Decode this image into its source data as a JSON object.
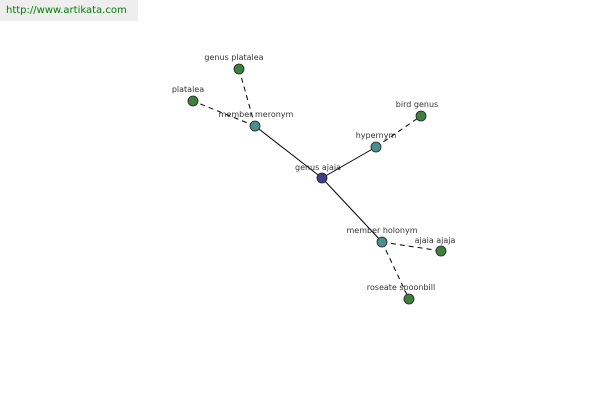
{
  "site": {
    "url": "http://www.artikata.com"
  },
  "graph": {
    "colors": {
      "center": "#3f3f8c",
      "relation": "#4a8f8f",
      "leaf": "#3f7f3f",
      "edge": "#000000"
    },
    "nodes": [
      {
        "id": "center",
        "label": "genus ajaja",
        "kind": "center"
      },
      {
        "id": "meronym",
        "label": "member meronym",
        "kind": "relation"
      },
      {
        "id": "hypernym",
        "label": "hypernym",
        "kind": "relation"
      },
      {
        "id": "holonym",
        "label": "member holonym",
        "kind": "relation"
      },
      {
        "id": "platalea-genus",
        "label": "genus platalea",
        "kind": "leaf"
      },
      {
        "id": "platalea",
        "label": "platalea",
        "kind": "leaf"
      },
      {
        "id": "bird-genus",
        "label": "bird genus",
        "kind": "leaf"
      },
      {
        "id": "ajaia-ajaja",
        "label": "ajaia ajaja",
        "kind": "leaf"
      },
      {
        "id": "roseate-spoonbill",
        "label": "roseate spoonbill",
        "kind": "leaf"
      }
    ],
    "edges": [
      {
        "from": "center",
        "to": "meronym",
        "style": "solid"
      },
      {
        "from": "center",
        "to": "hypernym",
        "style": "solid"
      },
      {
        "from": "center",
        "to": "holonym",
        "style": "solid"
      },
      {
        "from": "meronym",
        "to": "platalea-genus",
        "style": "dashed"
      },
      {
        "from": "meronym",
        "to": "platalea",
        "style": "dashed"
      },
      {
        "from": "hypernym",
        "to": "bird-genus",
        "style": "dashed"
      },
      {
        "from": "holonym",
        "to": "ajaia-ajaja",
        "style": "dashed"
      },
      {
        "from": "holonym",
        "to": "roseate-spoonbill",
        "style": "dashed"
      }
    ]
  }
}
